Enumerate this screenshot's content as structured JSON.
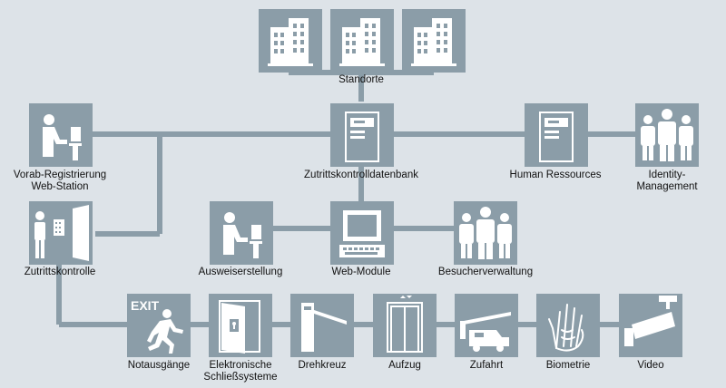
{
  "labels": {
    "standorte": "Standorte",
    "vorab": [
      "Vorab-Registrierung",
      "Web-Station"
    ],
    "datenbank": "Zutrittskontrolldatenbank",
    "hr": "Human Ressources",
    "identity": [
      "Identity-",
      "Management"
    ],
    "zutrittskontrolle": "Zutrittskontrolle",
    "ausweis": "Ausweiserstellung",
    "webmodule": "Web-Module",
    "besucher": "Besucherverwaltung",
    "notausgaenge": "Notausgänge",
    "schliess": [
      "Elektronische",
      "Schließsysteme"
    ],
    "drehkreuz": "Drehkreuz",
    "aufzug": "Aufzug",
    "zufahrt": "Zufahrt",
    "biometrie": "Biometrie",
    "video": "Video"
  },
  "exit_sign": "EXIT",
  "colors": {
    "tile": "#8b9da8",
    "line": "#8b9da8",
    "icon": "#ffffff",
    "background": "#dde3e8"
  }
}
